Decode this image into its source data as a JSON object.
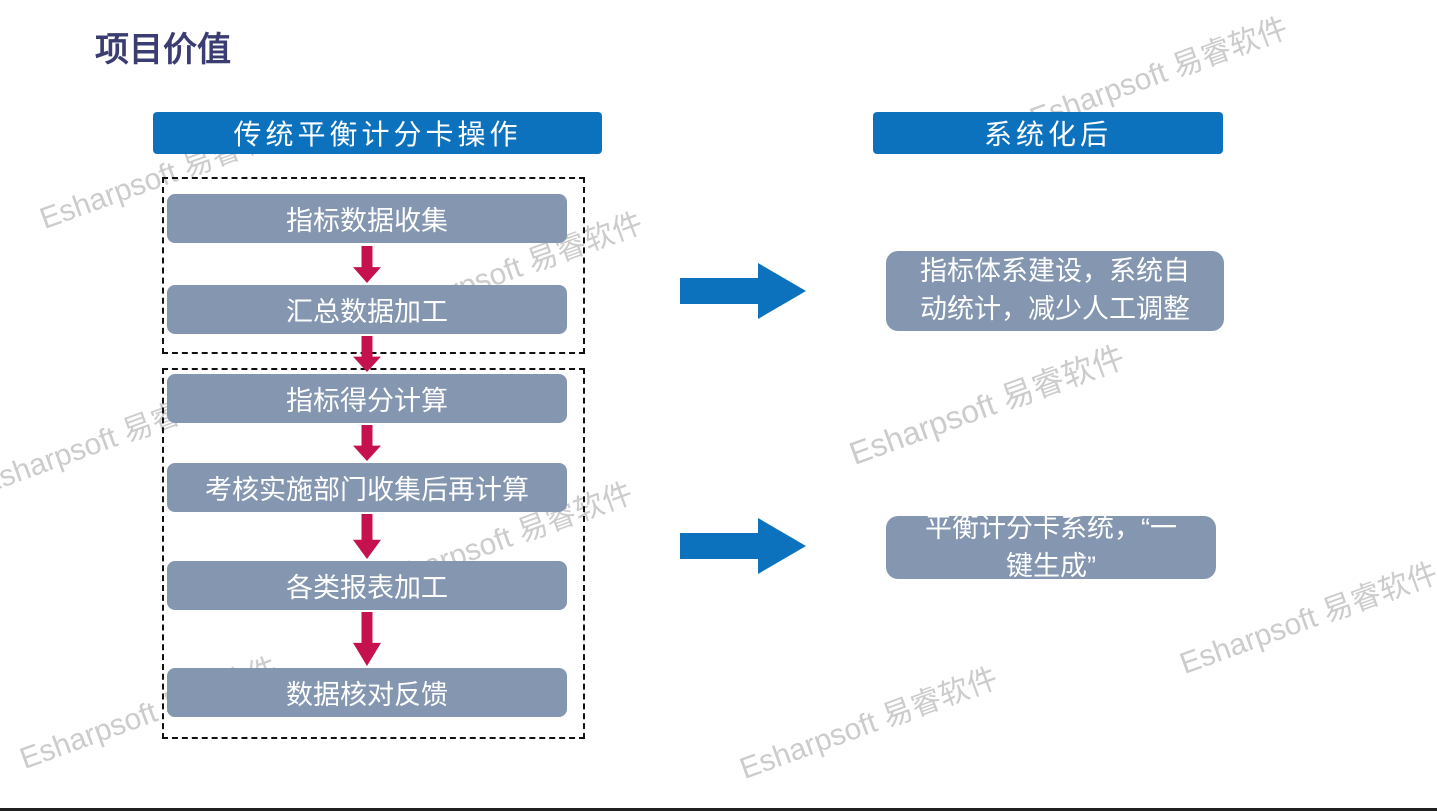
{
  "slide": {
    "title": "项目价值",
    "watermark_text": "Esharpsoft 易睿软件"
  },
  "left_flow": {
    "header": "传统平衡计分卡操作",
    "group1_steps": [
      "指标数据收集",
      "汇总数据加工"
    ],
    "group2_steps": [
      "指标得分计算",
      "考核实施部门收集后再计算",
      "各类报表加工",
      "数据核对反馈"
    ]
  },
  "right_results": {
    "header": "系统化后",
    "result1": "指标体系建设，系统自\n动统计，减少人工调整",
    "result2": "平衡计分卡系统，“一\n键生成”"
  },
  "colors": {
    "header_blue": "#0D72BE",
    "box_gray": "#8496B0",
    "arrow_red": "#C5124E",
    "arrow_blue": "#0D72BE",
    "title_color": "#3B3C71",
    "watermark_gray": "#CCCCCC"
  }
}
